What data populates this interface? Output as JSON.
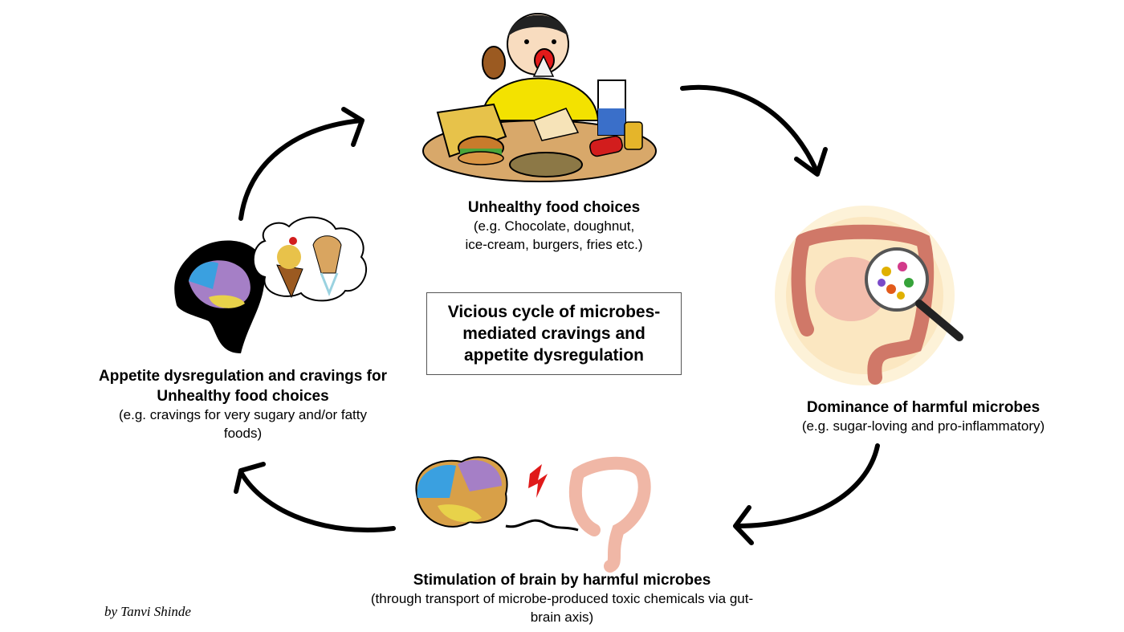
{
  "center_title": "Vicious cycle of microbes-mediated cravings and appetite dysregulation",
  "nodes": {
    "food": {
      "title": "Unhealthy food choices",
      "detail": "(e.g. Chocolate, doughnut, ice-cream, burgers, fries etc.)",
      "icon": "overeating-child-illustration"
    },
    "microbes": {
      "title": "Dominance of harmful microbes",
      "detail": "(e.g. sugar-loving and pro-inflammatory)",
      "icon": "gut-microbes-magnifier-illustration"
    },
    "brain": {
      "title": "Stimulation of brain by harmful microbes",
      "detail": "(through transport of microbe-produced toxic chemicals via gut-brain axis)",
      "icon": "brain-gut-connection-illustration"
    },
    "appetite": {
      "title": "Appetite dysregulation and cravings for Unhealthy food choices",
      "detail": "(e.g. cravings for very sugary and/or fatty foods)",
      "icon": "head-thinking-sweets-illustration"
    }
  },
  "author": "by Tanvi Shinde"
}
